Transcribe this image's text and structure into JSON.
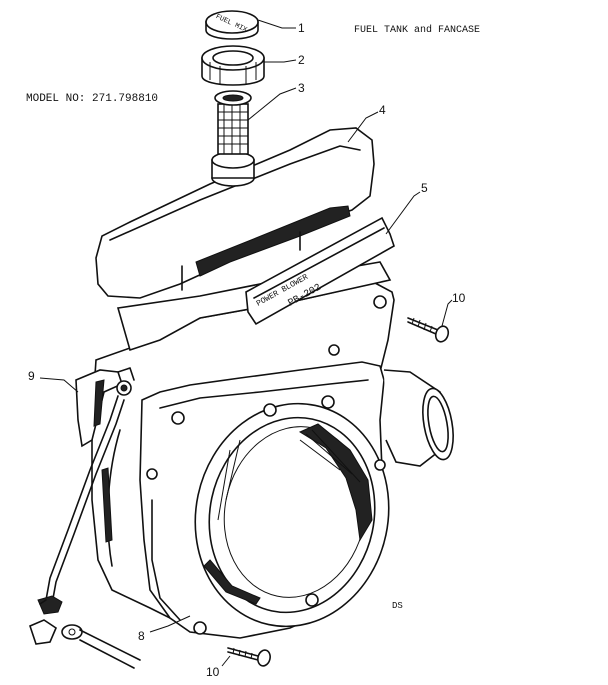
{
  "header": {
    "title": "FUEL TANK and FANCASE",
    "model": "MODEL NO: 271.798810",
    "corner_mark": "DS"
  },
  "decal": {
    "line1": "POWER BLOWER",
    "line2": "PB-202"
  },
  "cap_text": "FUEL MIX",
  "callouts": [
    {
      "id": "1",
      "part": "fuel-cap"
    },
    {
      "id": "2",
      "part": "cap-collar"
    },
    {
      "id": "3",
      "part": "fuel-strainer"
    },
    {
      "id": "4",
      "part": "fuel-tank"
    },
    {
      "id": "5",
      "part": "decal"
    },
    {
      "id": "10",
      "part": "screw-upper"
    },
    {
      "id": "9",
      "part": "fuel-line-bracket"
    },
    {
      "id": "8",
      "part": "fancase"
    },
    {
      "id": "10",
      "part": "screw-lower"
    }
  ]
}
